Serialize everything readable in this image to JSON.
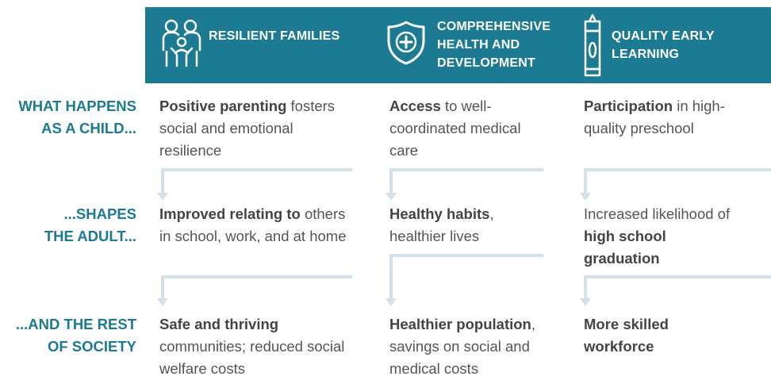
{
  "headers": [
    {
      "title_lines": [
        "RESILIENT FAMILIES"
      ],
      "icon": "family-icon"
    },
    {
      "title_lines": [
        "COMPREHENSIVE",
        "HEALTH AND",
        "DEVELOPMENT"
      ],
      "icon": "health-shield-icon"
    },
    {
      "title_lines": [
        "QUALITY EARLY",
        "LEARNING"
      ],
      "icon": "crayon-icon"
    }
  ],
  "rows": [
    {
      "label_lines": [
        "WHAT HAPPENS",
        "AS A CHILD..."
      ]
    },
    {
      "label_lines": [
        "...SHAPES",
        "THE ADULT..."
      ]
    },
    {
      "label_lines": [
        "...AND THE REST",
        "OF SOCIETY"
      ]
    }
  ],
  "cells": {
    "r0c0": {
      "bold": "Positive parenting",
      "rest": "fosters social and emotional resilience"
    },
    "r0c1": {
      "bold": "Access",
      "rest": "to well-coordinated medical care"
    },
    "r0c2": {
      "bold": "Participation",
      "rest": "in high-quality preschool"
    },
    "r1c0": {
      "bold": "Improved relating to",
      "rest": "others in school, work, and at home"
    },
    "r1c1": {
      "bold": "Healthy habits",
      "rest": ", healthier lives"
    },
    "r1c2": {
      "pre": "Increased likelihood of",
      "bold": "high school graduation"
    },
    "r2c0": {
      "bold": "Safe and thriving",
      "rest": "communities; reduced social welfare costs"
    },
    "r2c1": {
      "bold": "Healthier population",
      "rest": ", savings on social and medical costs"
    },
    "r2c2": {
      "bold": "More skilled workforce",
      "rest": ""
    }
  },
  "colors": {
    "header_bg": "#1c7a93",
    "label": "#1c7a93",
    "arrow": "#d4e2e8",
    "text": "#555555"
  }
}
